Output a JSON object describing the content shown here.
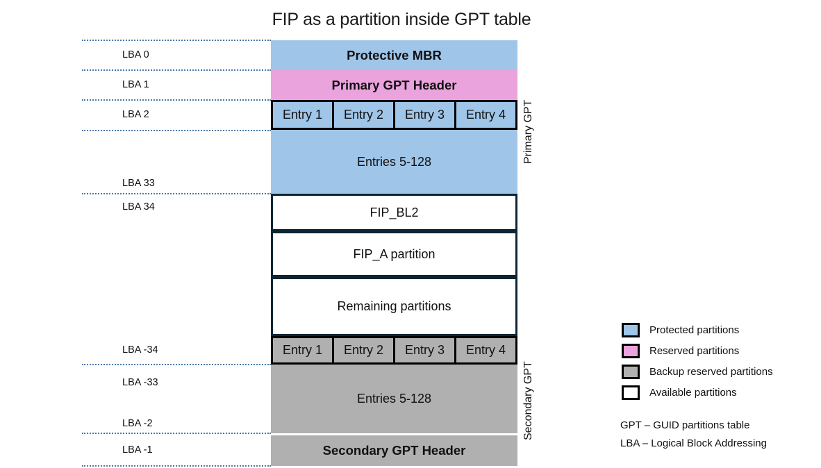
{
  "title": "FIP as a partition inside GPT table",
  "colors": {
    "protected": "#9fc5e8",
    "reserved": "#eaa3dd",
    "backup_reserved": "#b0b0b0",
    "available": "#ffffff",
    "block_border": "#0d2533",
    "entry_border": "#000000",
    "leader_line": "#4a7aa7"
  },
  "lba_labels": [
    {
      "text": "LBA 0"
    },
    {
      "text": "LBA 1"
    },
    {
      "text": "LBA 2"
    },
    {
      "text": "LBA 33"
    },
    {
      "text": "LBA 34"
    },
    {
      "text": "LBA -34"
    },
    {
      "text": "LBA -33"
    },
    {
      "text": "LBA -2"
    },
    {
      "text": "LBA -1"
    }
  ],
  "blocks": [
    {
      "label": "Protective MBR",
      "fill": "protected",
      "bold": true
    },
    {
      "label": "Primary GPT Header",
      "fill": "reserved",
      "bold": true
    },
    {
      "label": "Entries 5-128",
      "fill": "protected",
      "bold": false
    },
    {
      "label": "FIP_BL2",
      "fill": "available",
      "bold": false
    },
    {
      "label": "FIP_A partition",
      "fill": "available",
      "bold": false
    },
    {
      "label": "Remaining partitions",
      "fill": "available",
      "bold": false
    },
    {
      "label": "Entries 5-128",
      "fill": "backup_reserved",
      "bold": false
    },
    {
      "label": "Secondary GPT Header",
      "fill": "backup_reserved",
      "bold": true
    }
  ],
  "entry_rows": [
    {
      "fill": "protected",
      "cells": [
        "Entry 1",
        "Entry 2",
        "Entry 3",
        "Entry 4"
      ]
    },
    {
      "fill": "backup_reserved",
      "cells": [
        "Entry 1",
        "Entry 2",
        "Entry 3",
        "Entry 4"
      ]
    }
  ],
  "group_labels": [
    {
      "text": "Primary GPT"
    },
    {
      "text": "Secondary GPT"
    }
  ],
  "legend": {
    "items": [
      {
        "label": "Protected partitions",
        "fill": "protected"
      },
      {
        "label": "Reserved partitions",
        "fill": "reserved"
      },
      {
        "label": "Backup reserved partitions",
        "fill": "backup_reserved"
      },
      {
        "label": "Available partitions",
        "fill": "available"
      }
    ],
    "notes": [
      "GPT – GUID partitions table",
      "LBA – Logical Block Addressing"
    ]
  }
}
